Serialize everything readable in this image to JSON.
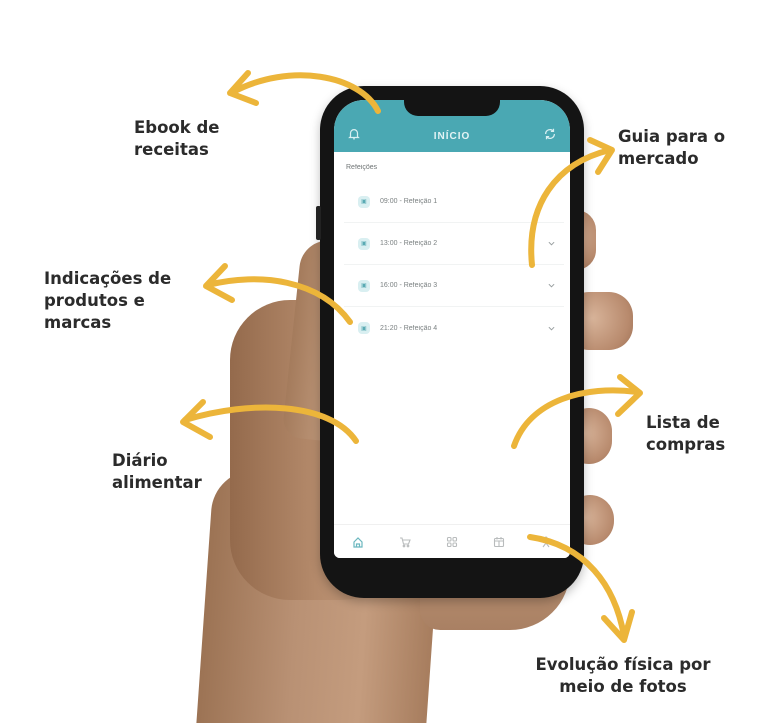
{
  "app": {
    "header": {
      "title": "INÍCIO",
      "left_icon": "bell-icon",
      "right_icon": "refresh-icon",
      "background_color": "#4aa8b3"
    },
    "section_title": "Refeições",
    "meals": [
      {
        "label": "09:00 - Refeição 1",
        "icon": "meal-icon",
        "expandable": false
      },
      {
        "label": "13:00 - Refeição 2",
        "icon": "meal-icon",
        "expandable": true
      },
      {
        "label": "16:00 - Refeição 3",
        "icon": "meal-icon",
        "expandable": true
      },
      {
        "label": "21:20 - Refeição 4",
        "icon": "meal-icon",
        "expandable": true
      }
    ],
    "tab_bar": [
      {
        "name": "home",
        "icon": "home-icon",
        "active": true
      },
      {
        "name": "cart",
        "icon": "cart-icon",
        "active": false
      },
      {
        "name": "grid",
        "icon": "grid-icon",
        "active": false
      },
      {
        "name": "calendar",
        "icon": "calendar-icon",
        "active": false
      },
      {
        "name": "progress",
        "icon": "body-icon",
        "active": false
      }
    ]
  },
  "callouts": {
    "ebook": "Ebook de\nreceitas",
    "market_guide": "Guia para o\nmercado",
    "products": "Indicações de\nprodutos e\nmarcas",
    "shopping_list": "Lista de\ncompras",
    "food_diary": "Diário\nalimentar",
    "progress_photos": "Evolução física por\nmeio de fotos"
  },
  "colors": {
    "accent": "#4aa8b3",
    "arrow": "#ecb53a",
    "label_text": "#2b2b2b",
    "phone_body": "#141414"
  }
}
